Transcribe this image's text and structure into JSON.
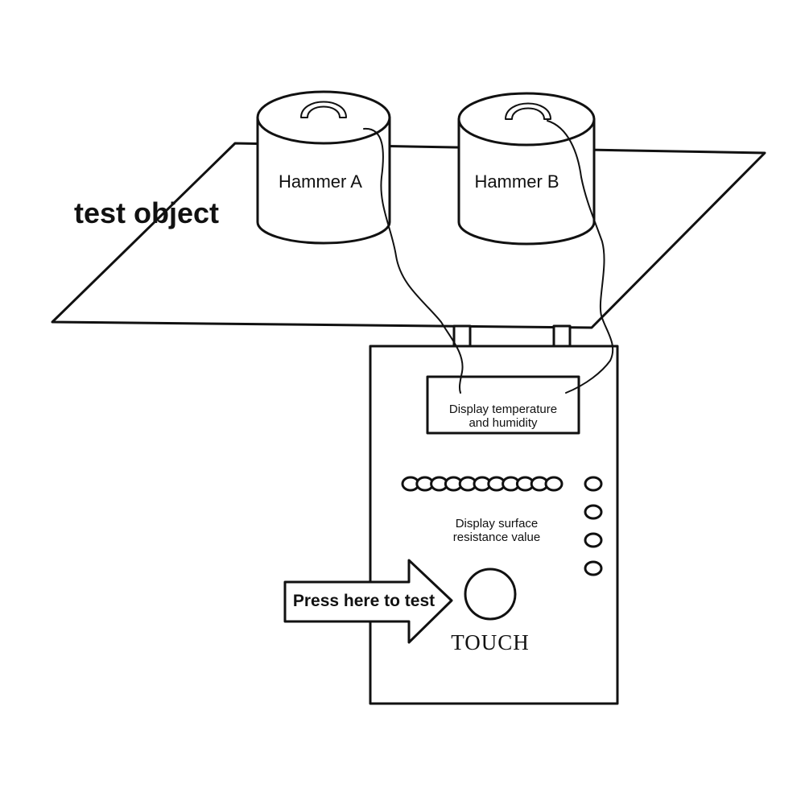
{
  "labels": {
    "test_object": "test object",
    "hammer_a": "Hammer A",
    "hammer_b": "Hammer B",
    "display_temp_line1": "Display temperature",
    "display_temp_line2": "and humidity",
    "display_res_line1": "Display surface",
    "display_res_line2": "resistance value",
    "press_arrow": "Press here to test",
    "touch": "TOUCH"
  },
  "indicators": {
    "led_bar_count": 11,
    "side_led_count": 4
  }
}
